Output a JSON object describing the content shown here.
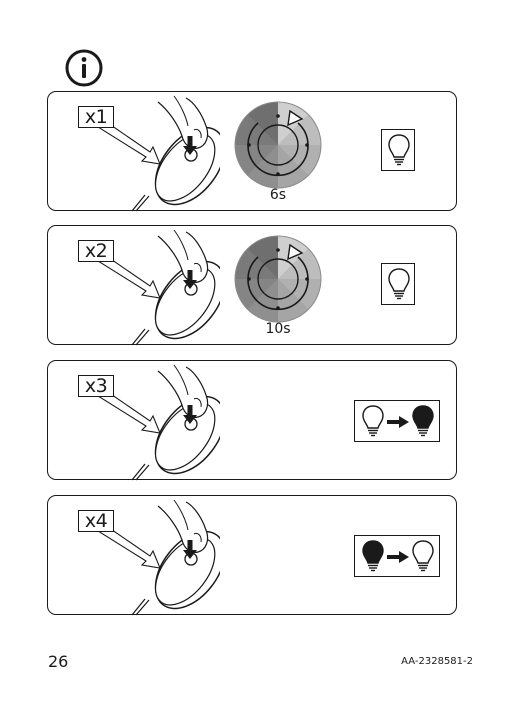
{
  "info_icon": "info-icon",
  "panels": [
    {
      "press_count": "x1",
      "timer_label": "6s",
      "result": "bulb-outline-icon"
    },
    {
      "press_count": "x2",
      "timer_label": "10s",
      "result": "bulb-outline-icon"
    },
    {
      "press_count": "x3",
      "result": "bulb-outline-to-filled-icon"
    },
    {
      "press_count": "x4",
      "result": "bulb-filled-to-outline-icon"
    }
  ],
  "footer": {
    "page_number": "26",
    "doc_code": "AA-2328581-2"
  }
}
